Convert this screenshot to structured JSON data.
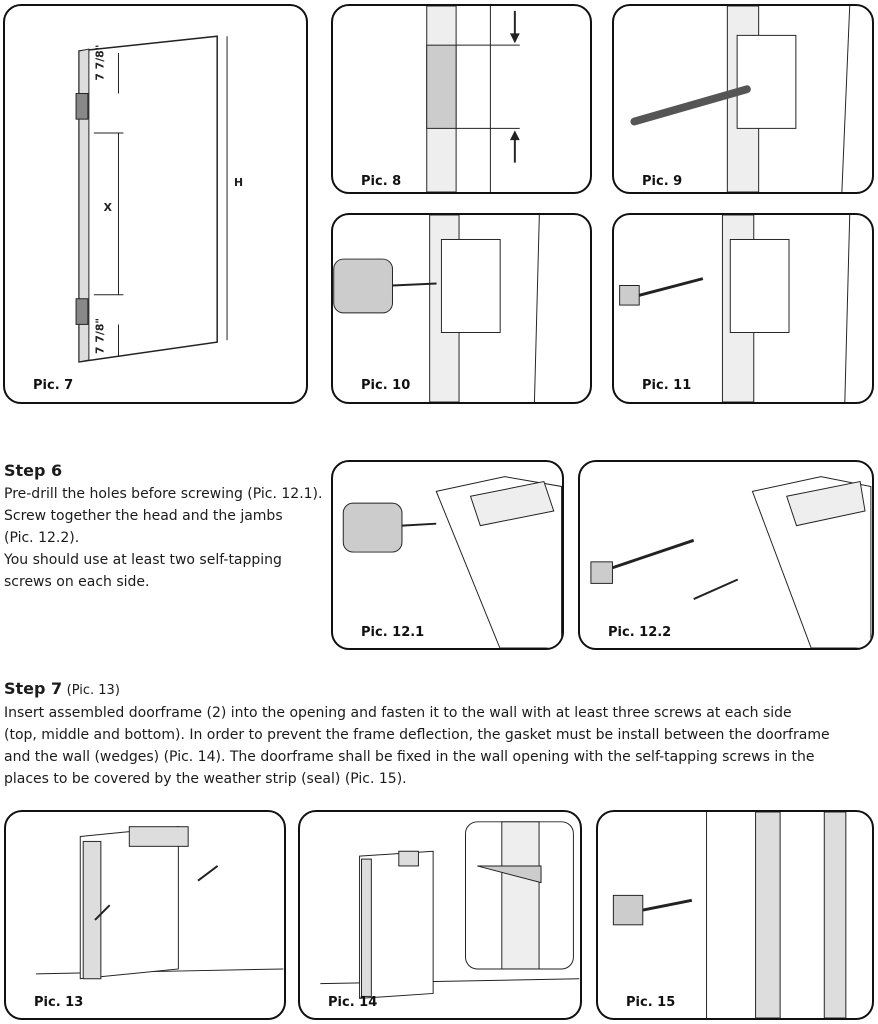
{
  "captions": {
    "pic7": "Pic. 7",
    "pic8": "Pic. 8",
    "pic9": "Pic. 9",
    "pic10": "Pic. 10",
    "pic11": "Pic. 11",
    "pic12_1": "Pic. 12.1",
    "pic12_2": "Pic. 12.2",
    "pic13": "Pic. 13",
    "pic14": "Pic. 14",
    "pic15": "Pic. 15"
  },
  "pic7_labels": {
    "top_dim": "7 7/8\"",
    "bottom_dim": "7 7/8\"",
    "mid_dim": "X",
    "height_dim": "H"
  },
  "step6": {
    "title": "Step 6",
    "lines": [
      "Pre-drill the holes before screwing (Pic. 12.1).",
      "Screw together the head and the jambs",
      "(Pic. 12.2).",
      "You should use at least two self-tapping",
      "screws on each side."
    ]
  },
  "step7": {
    "title": "Step 7",
    "ref": "(Pic. 13)",
    "lines": [
      "Insert assembled doorframe (2) into the opening and fasten it to the wall with at least three screws at each side",
      "(top, middle and bottom). In order to prevent the frame deflection, the gasket must be install between the doorframe",
      "and the wall (wedges) (Pic. 14). The doorframe shall be fixed in the wall opening with the self-tapping screws in the",
      "places to be covered by the weather strip (seal) (Pic. 15)."
    ]
  }
}
